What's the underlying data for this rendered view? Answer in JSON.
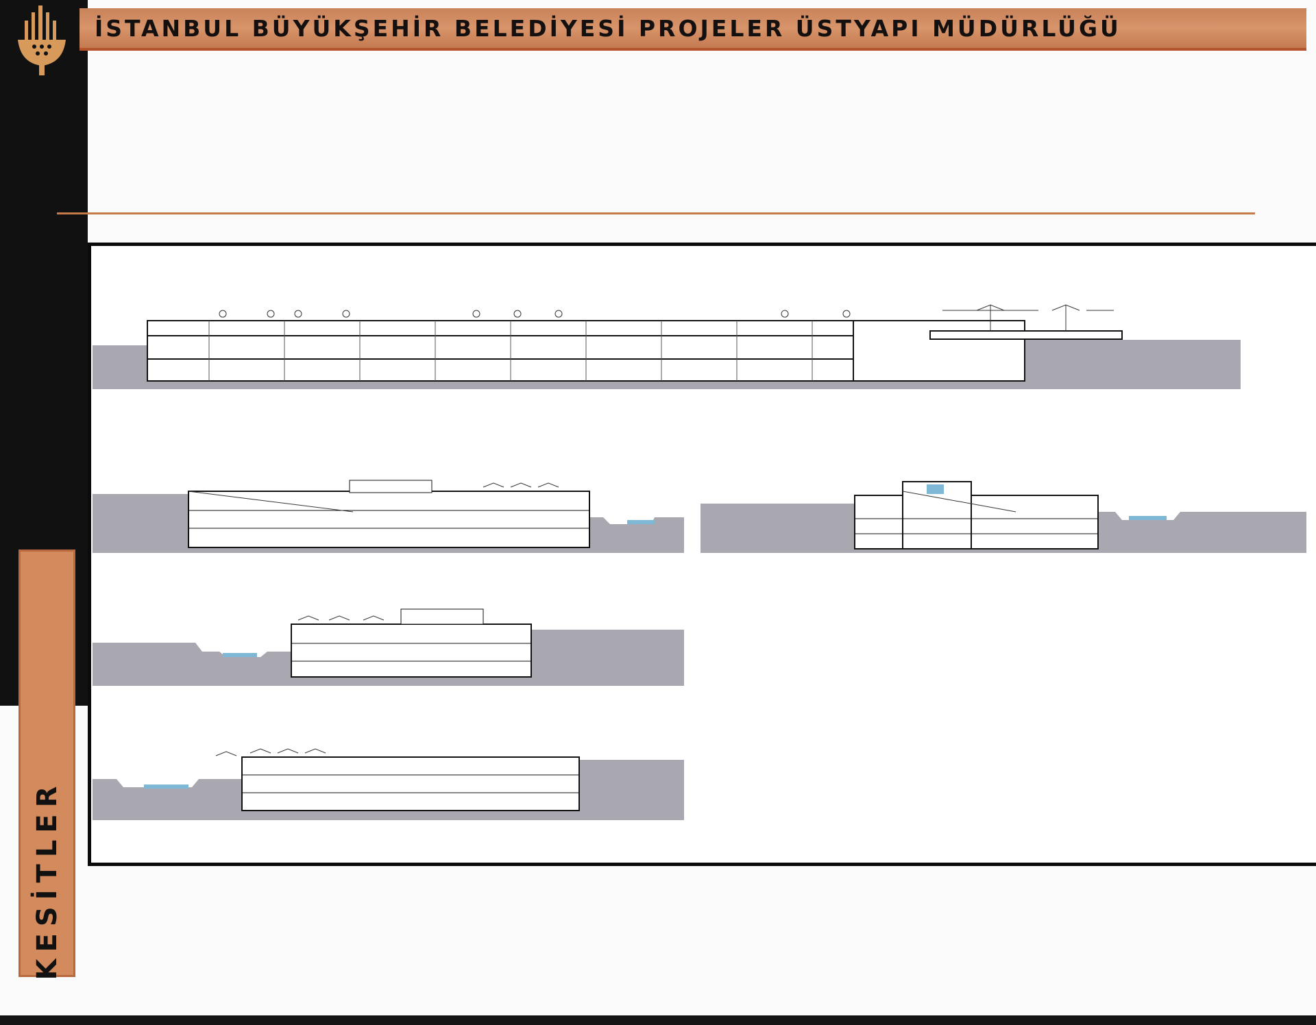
{
  "header": {
    "title": "İSTANBUL BÜYÜKŞEHİR BELEDİYESİ PROJELER ÜSTYAPI MÜDÜRLÜĞÜ"
  },
  "side_tab": {
    "label": "KESİTLER"
  },
  "logo": {
    "name": "ibb-logo"
  },
  "colors": {
    "accent": "#d38a5c",
    "ground": "#a9a7b0",
    "water": "#7fb8d6",
    "band": "#111111"
  }
}
